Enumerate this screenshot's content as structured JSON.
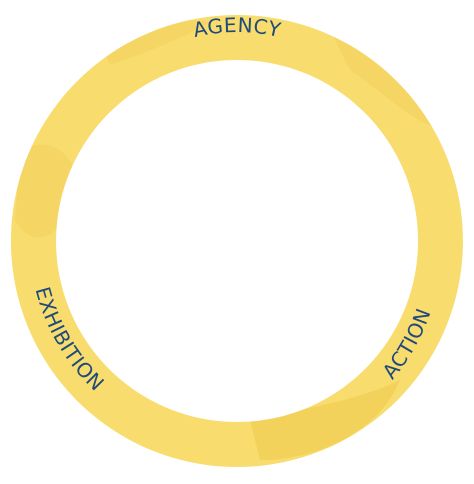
{
  "diagram": {
    "colors": {
      "ring": "#f8dc6e",
      "ring_shade": "#f2d15c",
      "ring_texture": "#eecb4f",
      "text": "#1f4a7a",
      "background": "#ffffff"
    },
    "labels": {
      "top": "AGENCY",
      "left": "EXHIBITION",
      "right": "ACTION"
    }
  }
}
